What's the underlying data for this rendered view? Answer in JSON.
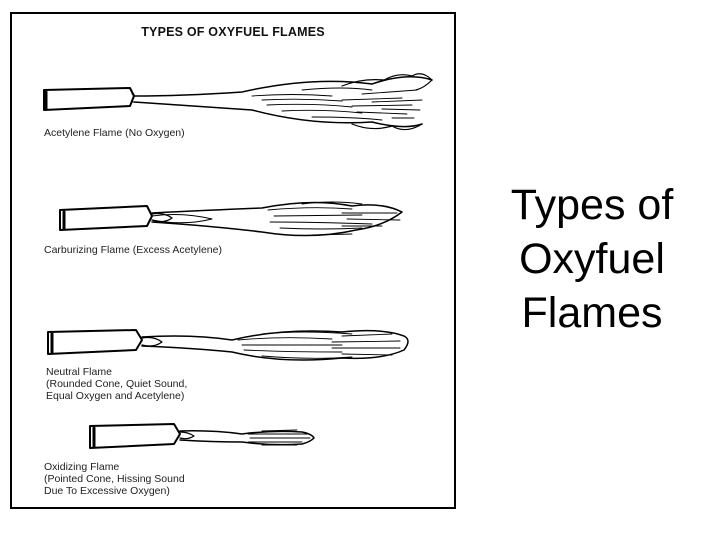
{
  "figure": {
    "title": "TYPES OF OXYFUEL FLAMES",
    "flames": [
      {
        "caption": [
          "Acetylene Flame (No Oxygen)"
        ]
      },
      {
        "caption": [
          "Carburizing Flame (Excess Acetylene)"
        ]
      },
      {
        "caption": [
          "Neutral Flame",
          "(Rounded Cone, Quiet Sound,",
          "Equal Oxygen and Acetylene)"
        ]
      },
      {
        "caption": [
          "Oxidizing Flame",
          "(Pointed Cone, Hissing Sound",
          "Due To Excessive Oxygen)"
        ]
      }
    ]
  },
  "slide": {
    "title_lines": [
      "Types of",
      "Oxyfuel",
      "Flames"
    ]
  },
  "colors": {
    "ink": "#000000",
    "background": "#ffffff"
  }
}
